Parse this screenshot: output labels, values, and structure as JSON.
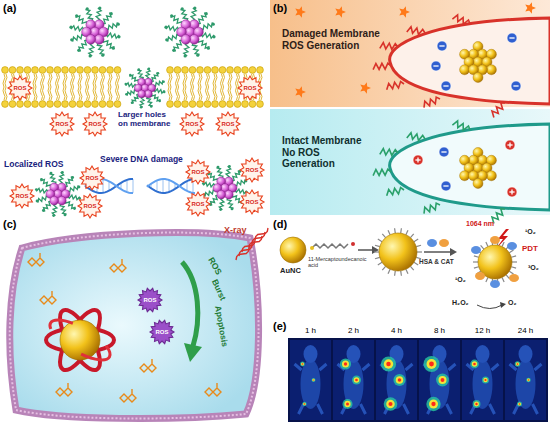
{
  "diagram": {
    "nodes": [
      {
        "text": [
          "Damaged Membrane ROS Generation"
        ]
      },
      {
        "text": [
          "Intact Membrane No ROS Generation"
        ]
      },
      {
        "text": [
          "1 h"
        ]
      },
      {
        "text": [
          "2 h"
        ]
      },
      {
        "text": [
          "4 h"
        ]
      },
      {
        "text": [
          "8 h"
        ]
      },
      {
        "text": [
          "12 h"
        ]
      },
      {
        "text": [
          "24 h"
        ]
      }
    ],
    "labels": [
      "(a)",
      "(b)",
      "(c)",
      "(d)",
      "(e)",
      "Larger holes on membrane",
      "Severe DNA damage",
      "Localized ROS",
      "ROS",
      "ROS",
      "ROS",
      "ROS",
      "ROS",
      "ROS",
      "ROS",
      "ROS",
      "ROS",
      "ROS",
      "ROS",
      "ROS",
      "ROS",
      "X-ray",
      "ROS",
      "Burst",
      "Apoptosis",
      "ROS",
      "ROS",
      "AuNC",
      "11-Mercaptoundecanoic acid",
      "HSA & CAT",
      "1064 nm",
      "PDT",
      "¹O₂",
      "³O₂",
      "¹O₂",
      "H₂O₂",
      "O₂"
    ]
  }
}
